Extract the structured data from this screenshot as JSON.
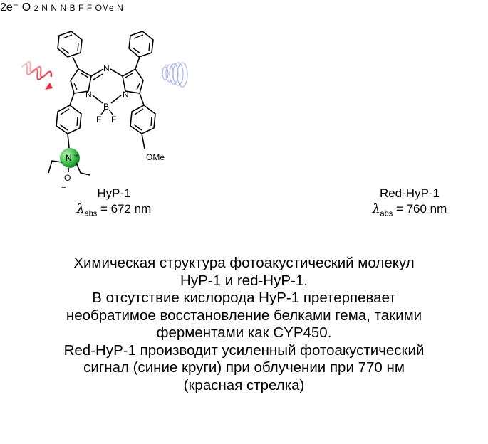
{
  "scheme": {
    "left": {
      "name": "HyP-1",
      "lambda_symbol": "λ",
      "lambda_sub": "abs",
      "lambda_value": " = 672 nm",
      "n_oxide_color": "#2fa84f"
    },
    "right": {
      "name": "Red-HyP-1",
      "lambda_symbol": "λ",
      "lambda_sub": "abs",
      "lambda_value": " = 760 nm",
      "amine_color": "#e63a4b"
    },
    "arrow_label": "2e⁻",
    "inhibitor": "O",
    "inhibitor_sub": "2",
    "atoms": {
      "aza_n": "N",
      "ring_n": "N",
      "boron": "B",
      "fluorine": "F",
      "methoxy": "OMe",
      "oxide_o": "O",
      "plus": "+",
      "minus": "−"
    },
    "colors": {
      "light_red": "#e8283a",
      "signal_blue": "#2233dd",
      "o2_blue": "#1f3fd0"
    }
  },
  "caption": {
    "lines": [
      "Химическая структура фотоакустический молекул",
      "HyP-1 и red-HyP-1.",
      "В отсутствие кислорода HyP-1 претерпевает",
      "необратимое восстановление белками гема, такими",
      "ферментами как CYP450.",
      "Red-HyP-1 производит усиленный фотоакустический",
      "сигнал  (синие круги) при облучении при 770 нм",
      "(красная стрелка)"
    ]
  }
}
